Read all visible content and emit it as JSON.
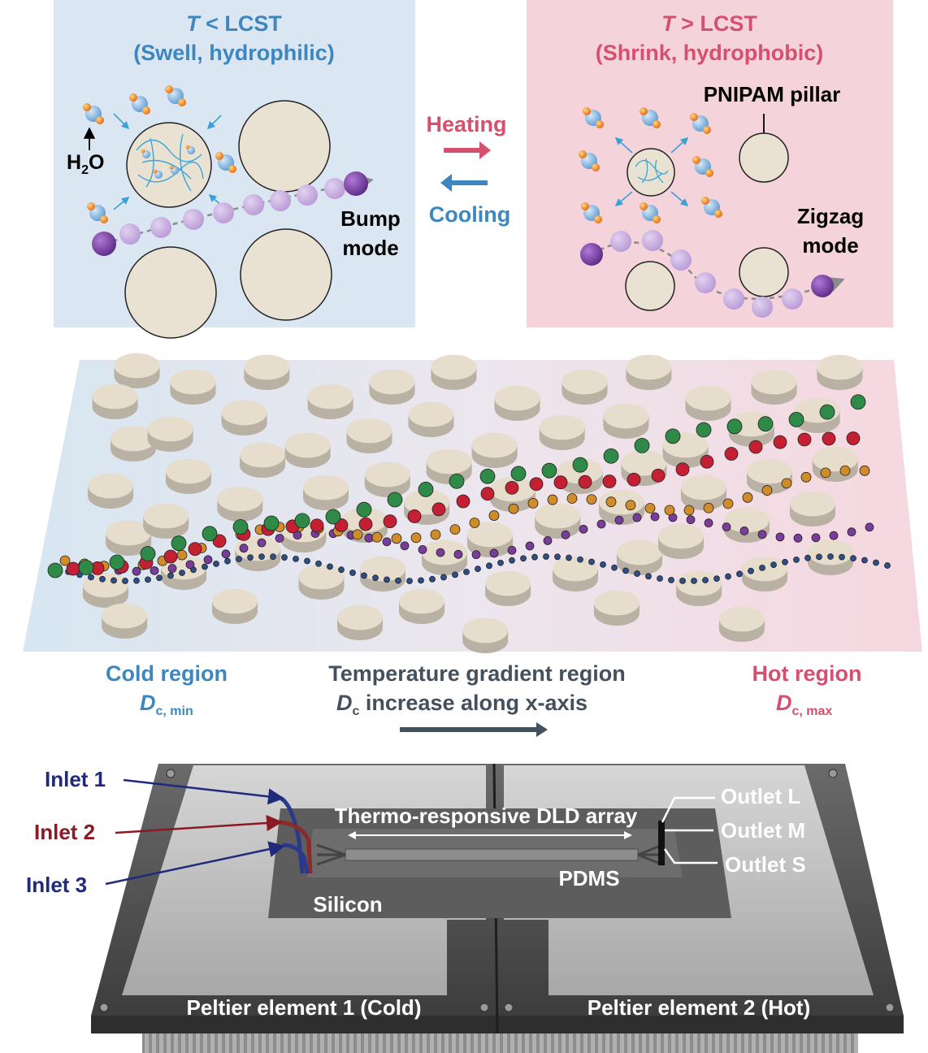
{
  "top": {
    "left_panel": {
      "title_italic": "T",
      "title_rest": " < LCST",
      "subtitle": "(Swell, hydrophilic)",
      "water_label_main": "H",
      "water_label_sub": "2",
      "water_label_end": "O",
      "mode_line1": "Bump",
      "mode_line2": "mode",
      "bg_color": "#dae7f3",
      "title_color": "#3d87c0"
    },
    "right_panel": {
      "title_italic": "T",
      "title_rest": " > LCST",
      "subtitle": "(Shrink, hydrophobic)",
      "pillar_label": "PNIPAM pillar",
      "mode_line1": "Zigzag",
      "mode_line2": "mode",
      "bg_color": "#f5d3db",
      "title_color": "#d5506e"
    },
    "heating_label": "Heating",
    "cooling_label": "Cooling",
    "heating_color": "#d5506e",
    "cooling_color": "#3d87c0"
  },
  "middle": {
    "cold_region": "Cold region",
    "cold_symbol": "D",
    "cold_sub": "c, min",
    "gradient_region": "Temperature gradient region",
    "gradient_symbol": "D",
    "gradient_sub": "c",
    "gradient_text": " increase along x-axis",
    "hot_region": "Hot region",
    "hot_symbol": "D",
    "hot_sub": "c, max",
    "cold_color": "#3d87c0",
    "hot_color": "#d5506e",
    "gradient_color": "#44505c"
  },
  "bottom": {
    "inlet1": "Inlet 1",
    "inlet2": "Inlet 2",
    "inlet3": "Inlet 3",
    "outlet_l": "Outlet L",
    "outlet_m": "Outlet M",
    "outlet_s": "Outlet S",
    "array_label": "Thermo-responsive DLD array",
    "pdms_label": "PDMS",
    "silicon_label": "Silicon",
    "peltier1": "Peltier element 1 (Cold)",
    "peltier2": "Peltier element 2 (Hot)",
    "inlet1_color": "#1f2a7a",
    "inlet2_color": "#8a1a24",
    "inlet3_color": "#1f2a7a"
  },
  "particle_colors": {
    "large_green": "#2e8a46",
    "large_red": "#c51f33",
    "medium_orange": "#d08b2a",
    "small_purple": "#7a3c9a",
    "tiny_blue": "#2d4e86"
  }
}
